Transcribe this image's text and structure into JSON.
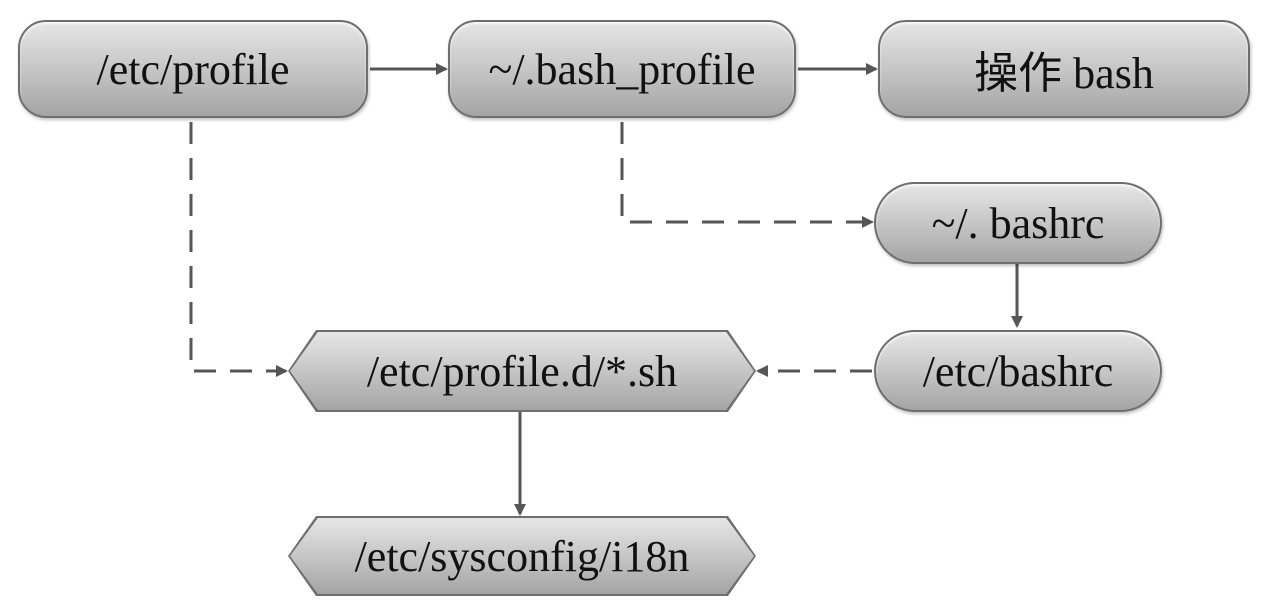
{
  "nodes": {
    "etc_profile": "/etc/profile",
    "bash_profile": "~/.bash_profile",
    "operate_bash": "操作 bash",
    "bashrc_home": "~/. bashrc",
    "etc_bashrc": "/etc/bashrc",
    "profile_d": "/etc/profile.d/*.sh",
    "i18n": "/etc/sysconfig/i18n"
  }
}
